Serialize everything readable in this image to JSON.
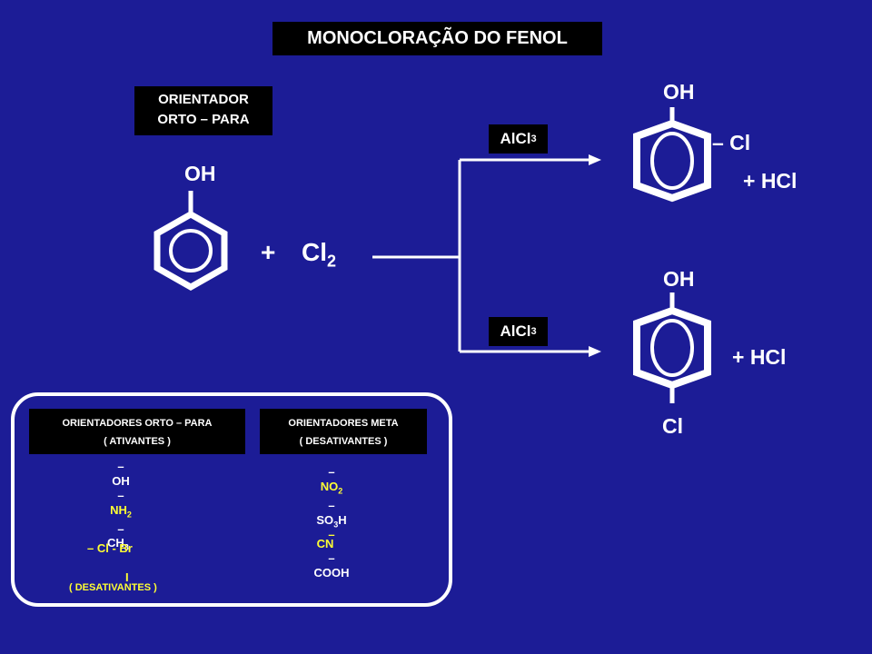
{
  "title": "MONOCLORAÇÃO DO FENOL",
  "orientador": {
    "line1": "ORIENTADOR",
    "line2": "ORTO – PARA"
  },
  "reactant": {
    "group": "OH",
    "plus": "+",
    "reagent_base": "Cl",
    "reagent_sub": "2"
  },
  "catalyst": {
    "base": "AlCl",
    "sub": "3"
  },
  "product_ortho": {
    "group": "OH",
    "substituent": "– Cl",
    "byproduct": "+  HCl"
  },
  "product_para": {
    "group": "OH",
    "substituent": "Cl",
    "byproduct": "+  HCl"
  },
  "legend": {
    "ortho_para": {
      "title": "ORIENTADORES ORTO – PARA",
      "subtitle": "( ATIVANTES )",
      "items": [
        "–",
        "OH",
        "–",
        "NH2",
        "–",
        "CH3"
      ],
      "halogens": "– Cl - Br",
      "halogen_note": "( DESATIVANTES )",
      "iodine": "I"
    },
    "meta": {
      "title": "ORIENTADORES META",
      "subtitle": "( DESATIVANTES )",
      "items": [
        "–",
        "NO2",
        "–",
        "SO3H",
        "–",
        "CN",
        "–",
        "COOH"
      ]
    }
  },
  "colors": {
    "background": "#1c1c96",
    "highlight": "#ffff33",
    "box": "#000000",
    "text": "#ffffff"
  }
}
